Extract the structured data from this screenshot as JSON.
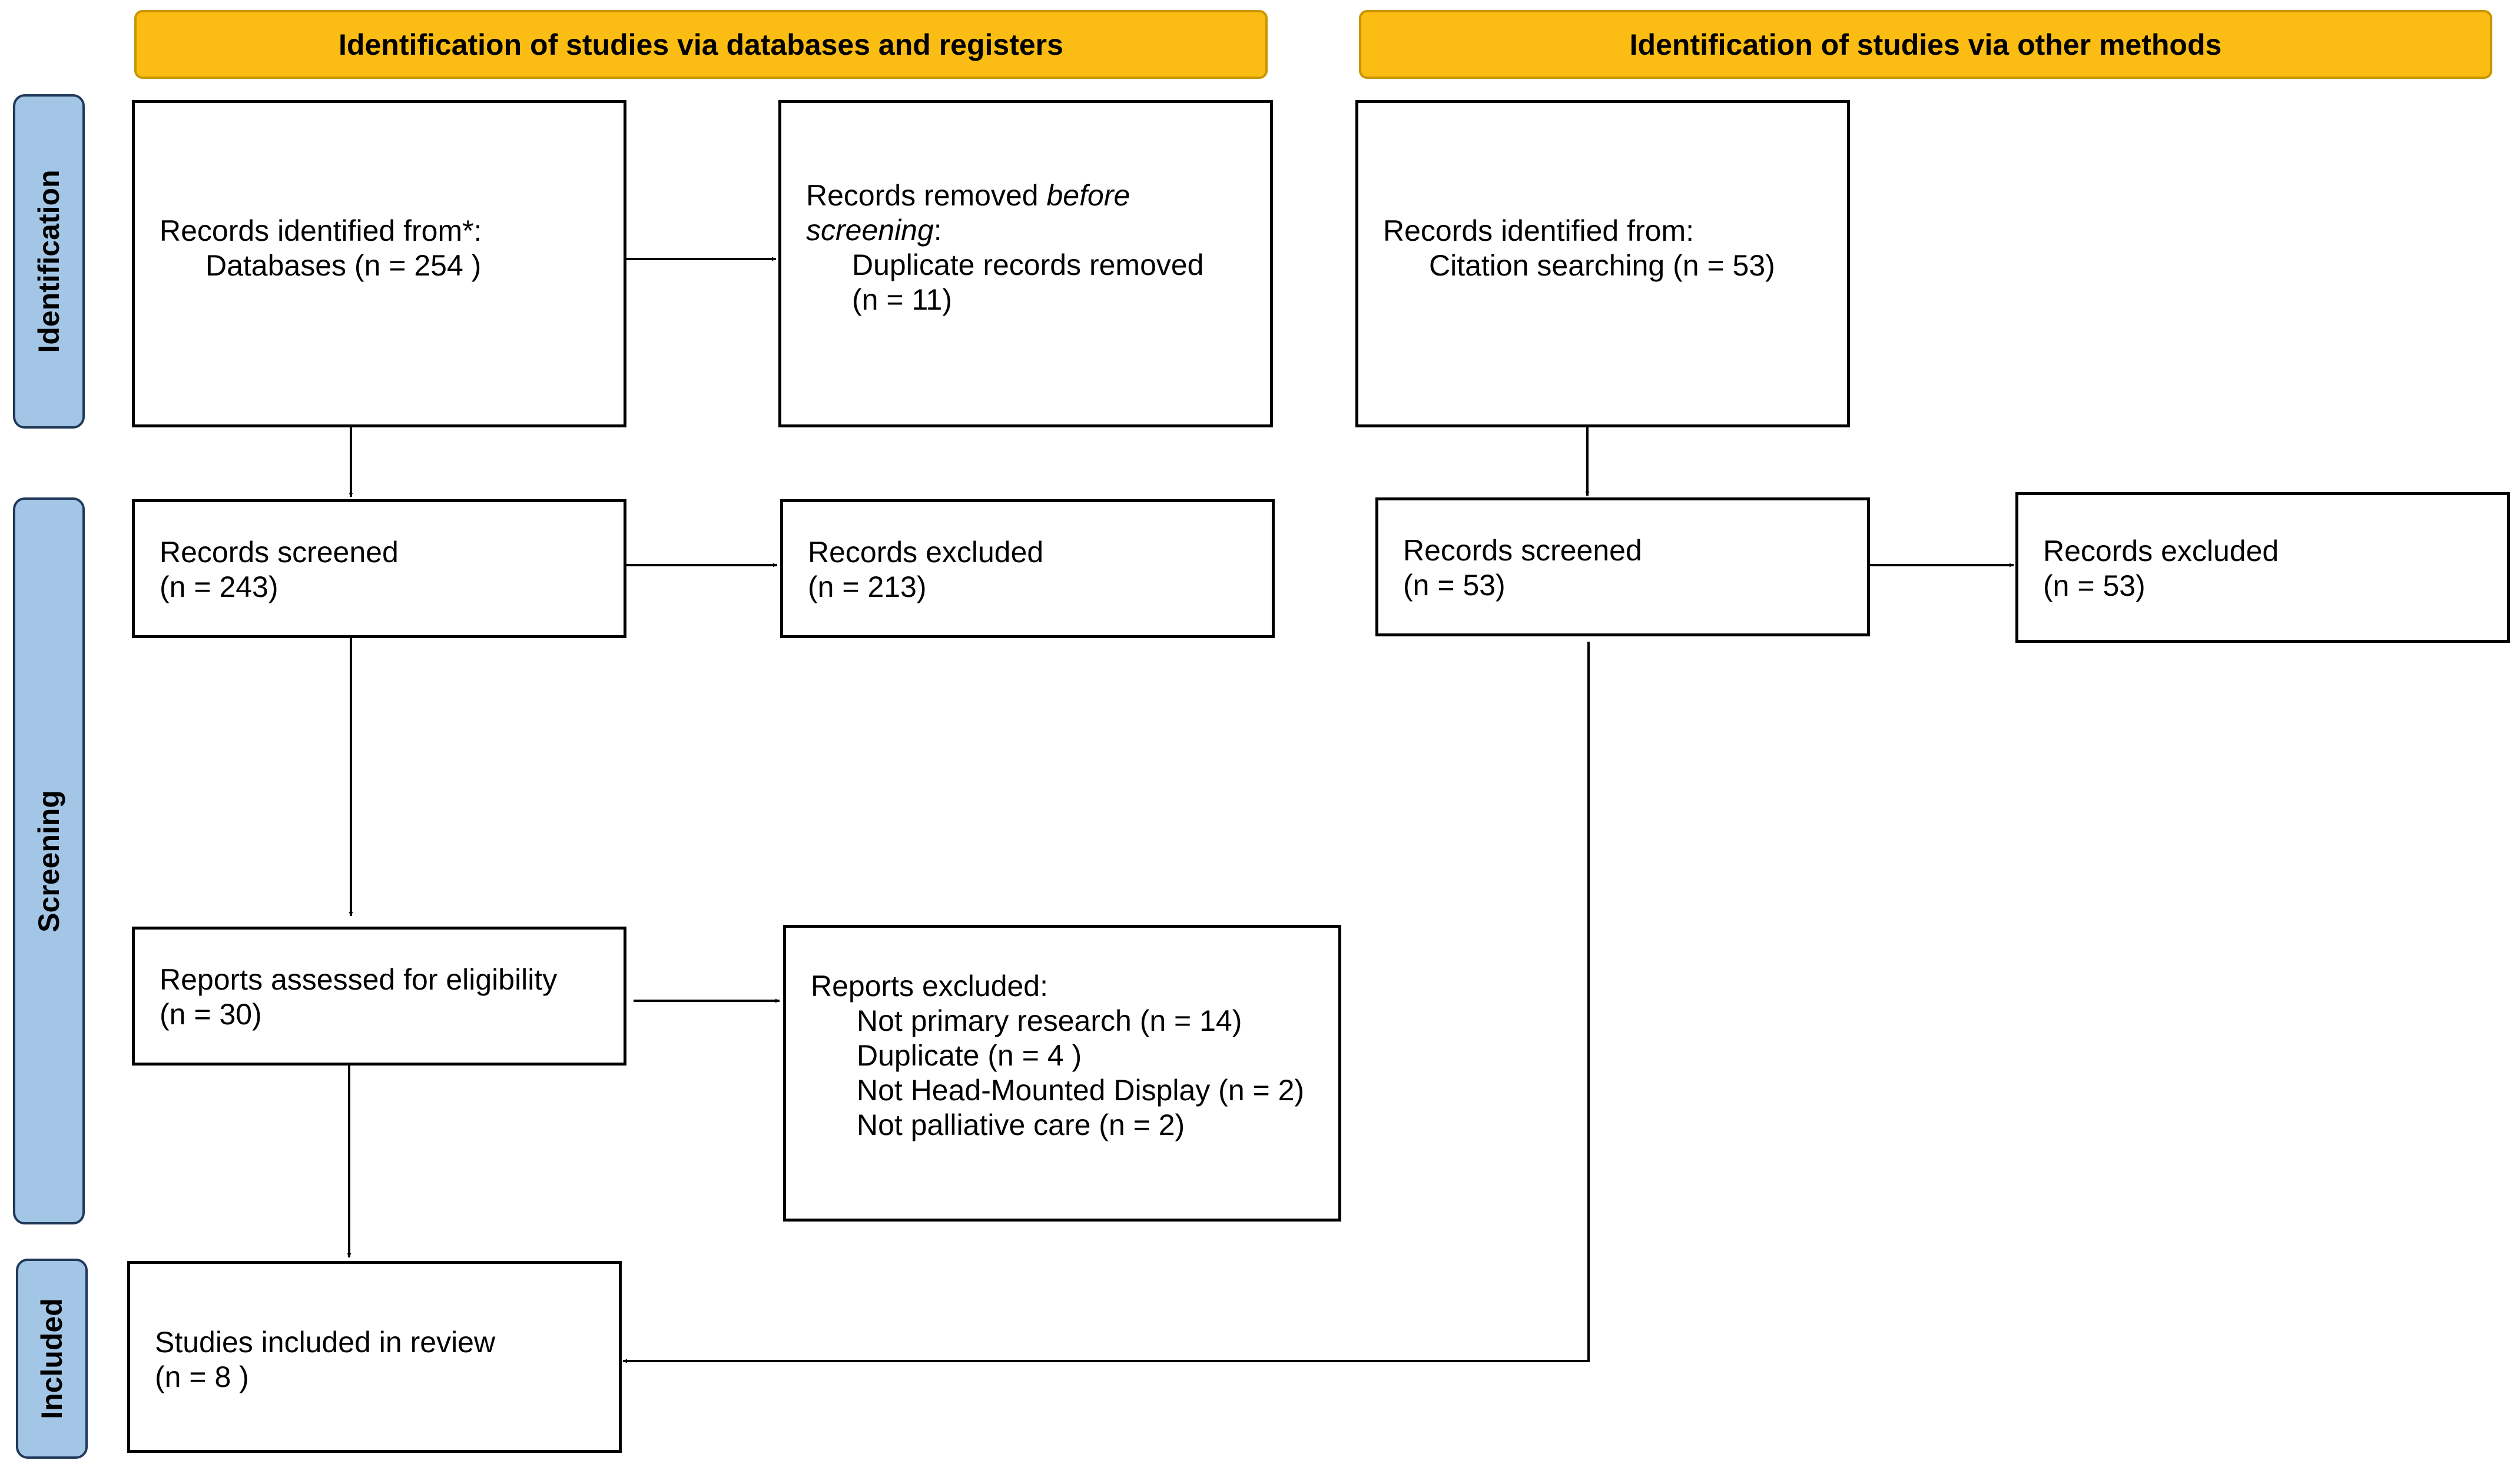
{
  "headers": {
    "databases": "Identification of studies via databases and registers",
    "other": "Identification of studies via other methods"
  },
  "phases": {
    "identification": "Identification",
    "screening": "Screening",
    "included": "Included"
  },
  "db": {
    "identified": {
      "title": "Records identified from*:",
      "line": "Databases (n = 254 )"
    },
    "removed": {
      "title_a": "Records removed ",
      "title_b": "before",
      "title_c": "screening",
      "title_d": ":",
      "line1": "Duplicate records removed",
      "line2": "(n = 11)"
    },
    "screened": {
      "title": "Records screened",
      "count": "(n = 243)"
    },
    "excluded": {
      "title": "Records excluded",
      "count": "(n = 213)"
    },
    "assessed": {
      "title": "Reports assessed for eligibility",
      "count": "(n = 30)"
    },
    "reports_excluded": {
      "title": "Reports excluded:",
      "reasons": [
        "Not primary research (n = 14)",
        "Duplicate (n = 4 )",
        "Not Head-Mounted Display (n = 2)",
        "Not palliative care (n = 2)"
      ]
    },
    "included": {
      "title": "Studies included in review",
      "count": "(n = 8 )"
    }
  },
  "other": {
    "identified": {
      "title": "Records identified from:",
      "line": "Citation searching (n = 53)"
    },
    "screened": {
      "title": "Records screened",
      "count": "(n = 53)"
    },
    "excluded": {
      "title": "Records excluded",
      "count": "(n = 53)"
    }
  },
  "colors": {
    "header_fill": "#fbbd14",
    "phase_fill": "#a4c6e6",
    "phase_border": "#213a5a"
  }
}
